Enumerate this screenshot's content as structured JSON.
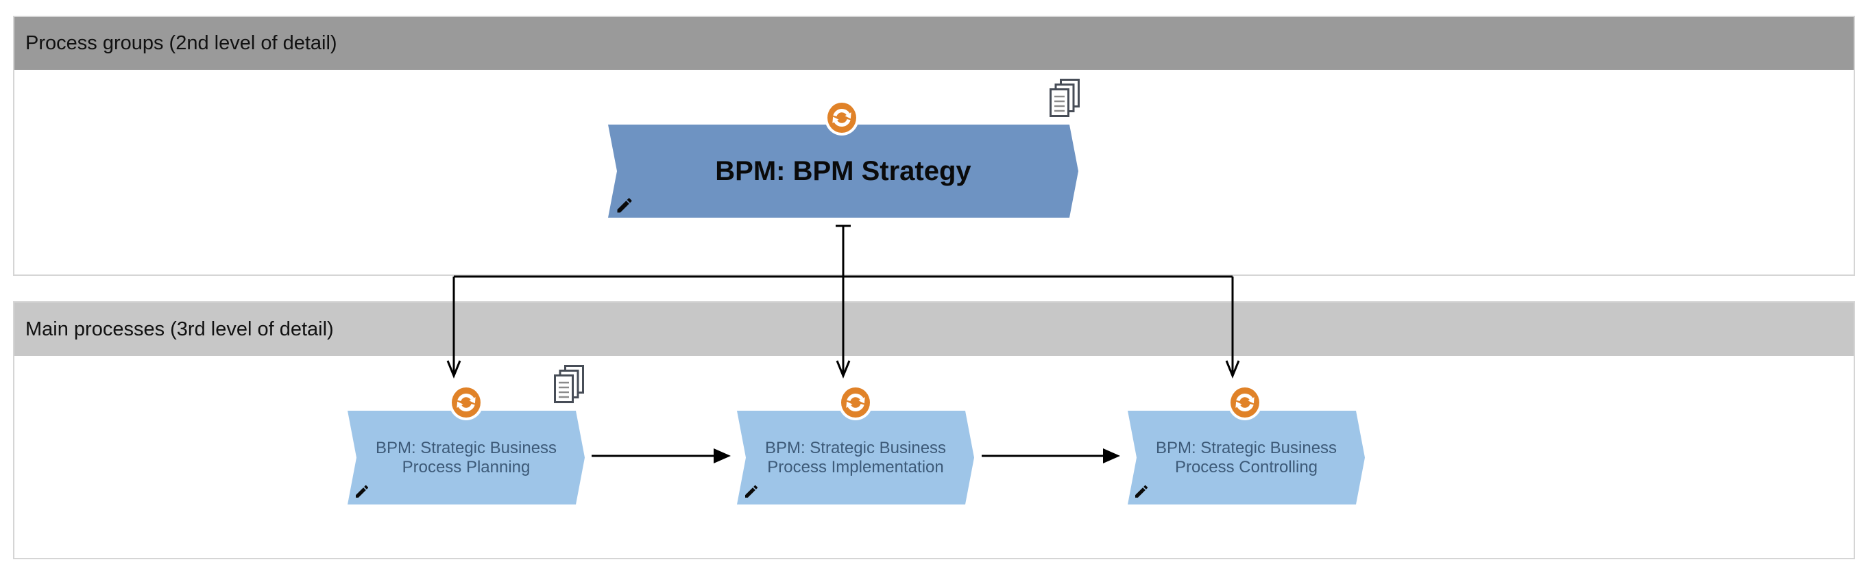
{
  "bands": [
    {
      "title": "Process groups (2nd level of detail)"
    },
    {
      "title": "Main processes (3rd level of detail)"
    }
  ],
  "shapes": {
    "strategy": {
      "label": "BPM: BPM Strategy"
    },
    "planning": {
      "label": "BPM: Strategic Business\nProcess Planning"
    },
    "implementation": {
      "label": "BPM: Strategic Business\nProcess Implementation"
    },
    "controlling": {
      "label": "BPM: Strategic Business\nProcess Controlling"
    }
  },
  "icons": {
    "sync": "sync-refresh-icon",
    "documents": "document-stack-icon",
    "pencil": "pencil-edit-icon"
  },
  "colors": {
    "canvas_bg": "#ffffff",
    "band1_header": "#9a9a9a",
    "band2_header": "#c7c7c7",
    "band_border": "#d5d5d5",
    "band_title": "#111111",
    "group_fill": "#6e93c2",
    "group_label": "#0a0a0a",
    "process_fill": "#9ec5e8",
    "process_label": "#3d5a78",
    "icon_orange": "#e08228",
    "doc_outline": "#474d57",
    "connector": "#000000"
  }
}
